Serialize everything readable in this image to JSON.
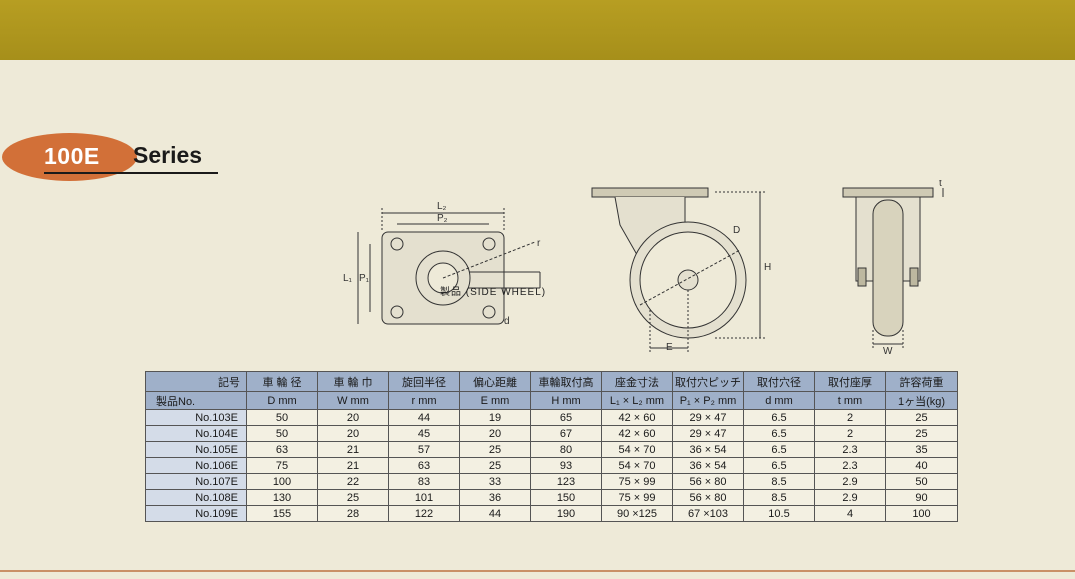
{
  "title": {
    "number": "100E",
    "word": "Series"
  },
  "caption": "製品 (SIDE WHEEL)",
  "drawing_labels": {
    "top": {
      "L2": "L₂",
      "P2": "P₂",
      "L1": "L₁",
      "P1": "P₁",
      "r": "r",
      "d": "d"
    },
    "side": {
      "D": "D",
      "H": "H",
      "E": "E"
    },
    "front": {
      "t": "t",
      "W": "W"
    }
  },
  "table": {
    "header_top": [
      "記号",
      "車 輪 径",
      "車 輪 巾",
      "旋回半径",
      "偏心距離",
      "車輪取付高",
      "座金寸法",
      "取付穴ピッチ",
      "取付穴径",
      "取付座厚",
      "許容荷重"
    ],
    "header_bottom": [
      "製品No.",
      "D mm",
      "W mm",
      "r mm",
      "E mm",
      "H mm",
      "L₁ × L₂ mm",
      "P₁ × P₂ mm",
      "d mm",
      "t mm",
      "1ヶ当(kg)"
    ],
    "rows": [
      [
        "No.103E",
        "50",
        "20",
        "44",
        "19",
        "65",
        "42 × 60",
        "29 × 47",
        "6.5",
        "2",
        "25"
      ],
      [
        "No.104E",
        "50",
        "20",
        "45",
        "20",
        "67",
        "42 × 60",
        "29 × 47",
        "6.5",
        "2",
        "25"
      ],
      [
        "No.105E",
        "63",
        "21",
        "57",
        "25",
        "80",
        "54 × 70",
        "36 × 54",
        "6.5",
        "2.3",
        "35"
      ],
      [
        "No.106E",
        "75",
        "21",
        "63",
        "25",
        "93",
        "54 × 70",
        "36 × 54",
        "6.5",
        "2.3",
        "40"
      ],
      [
        "No.107E",
        "100",
        "22",
        "83",
        "33",
        "123",
        "75 × 99",
        "56 × 80",
        "8.5",
        "2.9",
        "50"
      ],
      [
        "No.108E",
        "130",
        "25",
        "101",
        "36",
        "150",
        "75 × 99",
        "56 × 80",
        "8.5",
        "2.9",
        "90"
      ],
      [
        "No.109E",
        "155",
        "28",
        "122",
        "44",
        "190",
        "90 ×125",
        "67 ×103",
        "10.5",
        "4",
        "100"
      ]
    ]
  }
}
